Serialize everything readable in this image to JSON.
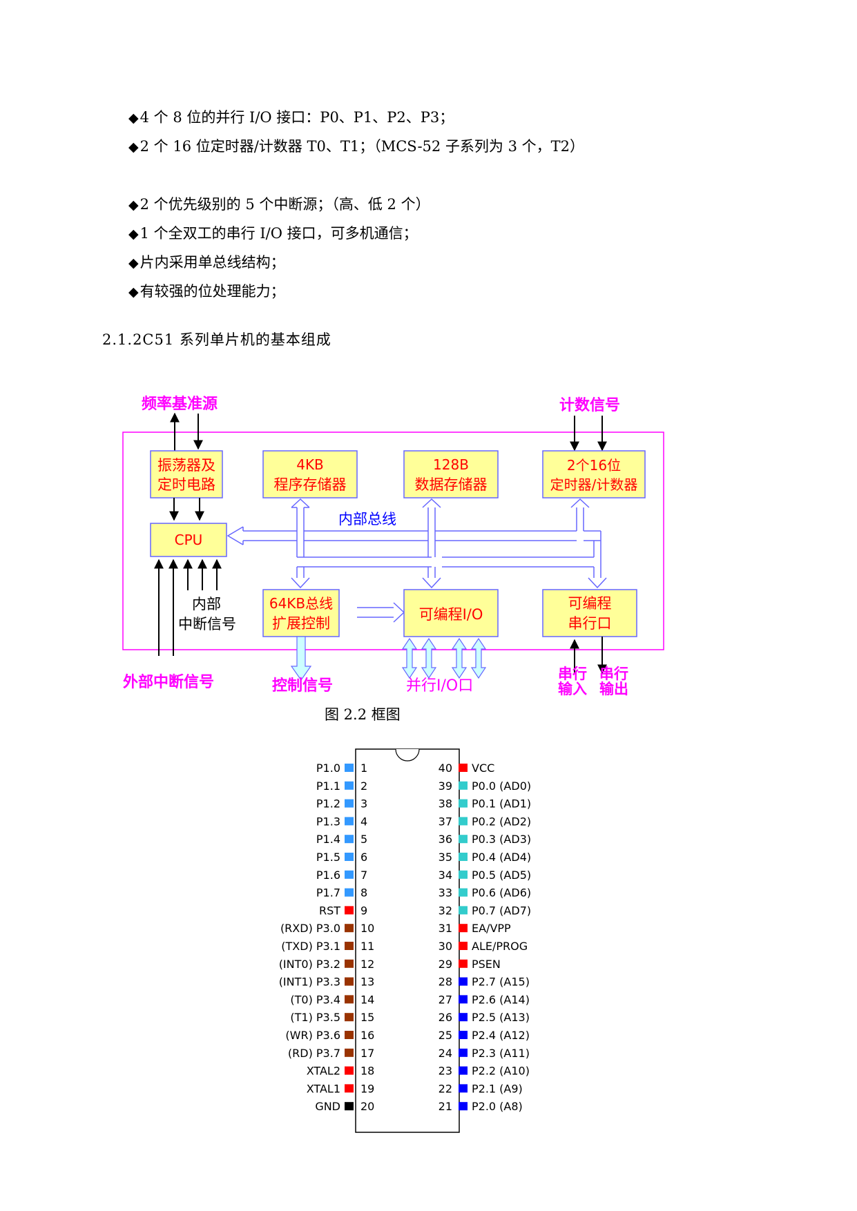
{
  "bullets": {
    "mark": "◆",
    "items": [
      "4 个 8 位的并行 I/O 接口：P0、P1、P2、P3；",
      "2 个 16 位定时器/计数器 T0、T1；（MCS-52 子系列为 3 个，T2）",
      "2 个优先级别的 5 个中断源；（高、低 2 个）",
      "1 个全双工的串行 I/O 接口，可多机通信；",
      "片内采用单总线结构；",
      "有较强的位处理能力；"
    ]
  },
  "section_heading": "2.1.2C51 系列单片机的基本组成",
  "diagram": {
    "labels": {
      "freq_source": "频率基准源",
      "count_signal": "计数信号",
      "internal_bus": "内部总线",
      "internal_interrupt_1": "内部",
      "internal_interrupt_2": "中断信号",
      "external_interrupt": "外部中断信号",
      "control_signal": "控制信号",
      "parallel_io": "并行I/O口",
      "serial_in_1": "串行",
      "serial_in_2": "输入",
      "serial_out_1": "串行",
      "serial_out_2": "输出"
    },
    "blocks": {
      "osc_1": "振荡器及",
      "osc_2": "定时电路",
      "rom_1": "4KB",
      "rom_2": "程序存储器",
      "ram_1": "128B",
      "ram_2": "数据存储器",
      "timer_1": "2个16位",
      "timer_2": "定时器/计数器",
      "cpu": "CPU",
      "bus_ctrl_1": "64KB总线",
      "bus_ctrl_2": "扩展控制",
      "pio": "可编程I/O",
      "serial_1": "可编程",
      "serial_2": "串行口"
    },
    "colors": {
      "frame": "#ff00ff",
      "block_fill": "#ffff99",
      "block_border": "#6666ff",
      "block_text": "#ff0000",
      "label_magenta": "#ff00ff",
      "bus_label": "#0000ff",
      "hollow_arrow": "#6666ff",
      "thick_arrow_fill": "#ccffff"
    }
  },
  "figure_caption": "图 2.2 框图",
  "pinout": {
    "left": [
      {
        "n": "1",
        "label": "P1.0",
        "color": "#3399ff"
      },
      {
        "n": "2",
        "label": "P1.1",
        "color": "#3399ff"
      },
      {
        "n": "3",
        "label": "P1.2",
        "color": "#3399ff"
      },
      {
        "n": "4",
        "label": "P1.3",
        "color": "#3399ff"
      },
      {
        "n": "5",
        "label": "P1.4",
        "color": "#3399ff"
      },
      {
        "n": "6",
        "label": "P1.5",
        "color": "#3399ff"
      },
      {
        "n": "7",
        "label": "P1.6",
        "color": "#3399ff"
      },
      {
        "n": "8",
        "label": "P1.7",
        "color": "#3399ff"
      },
      {
        "n": "9",
        "label": "RST",
        "color": "#ff0000"
      },
      {
        "n": "10",
        "label": "(RXD) P3.0",
        "color": "#993300"
      },
      {
        "n": "11",
        "label": "(TXD) P3.1",
        "color": "#993300"
      },
      {
        "n": "12",
        "label": "(INT0) P3.2",
        "color": "#993300"
      },
      {
        "n": "13",
        "label": "(INT1) P3.3",
        "color": "#993300"
      },
      {
        "n": "14",
        "label": "(T0) P3.4",
        "color": "#993300"
      },
      {
        "n": "15",
        "label": "(T1) P3.5",
        "color": "#993300"
      },
      {
        "n": "16",
        "label": "(WR) P3.6",
        "color": "#993300"
      },
      {
        "n": "17",
        "label": "(RD) P3.7",
        "color": "#993300"
      },
      {
        "n": "18",
        "label": "XTAL2",
        "color": "#ff0000"
      },
      {
        "n": "19",
        "label": "XTAL1",
        "color": "#ff0000"
      },
      {
        "n": "20",
        "label": "GND",
        "color": "#000000"
      }
    ],
    "right": [
      {
        "n": "40",
        "label": "VCC",
        "color": "#ff0000"
      },
      {
        "n": "39",
        "label": "P0.0 (AD0)",
        "color": "#33cccc"
      },
      {
        "n": "38",
        "label": "P0.1 (AD1)",
        "color": "#33cccc"
      },
      {
        "n": "37",
        "label": "P0.2 (AD2)",
        "color": "#33cccc"
      },
      {
        "n": "36",
        "label": "P0.3 (AD3)",
        "color": "#33cccc"
      },
      {
        "n": "35",
        "label": "P0.4 (AD4)",
        "color": "#33cccc"
      },
      {
        "n": "34",
        "label": "P0.5 (AD5)",
        "color": "#33cccc"
      },
      {
        "n": "33",
        "label": "P0.6 (AD6)",
        "color": "#33cccc"
      },
      {
        "n": "32",
        "label": "P0.7 (AD7)",
        "color": "#33cccc"
      },
      {
        "n": "31",
        "label": "EA/VPP",
        "color": "#ff0000"
      },
      {
        "n": "30",
        "label": "ALE/PROG",
        "color": "#ff0000"
      },
      {
        "n": "29",
        "label": "PSEN",
        "color": "#ff0000"
      },
      {
        "n": "28",
        "label": "P2.7 (A15)",
        "color": "#0000ff"
      },
      {
        "n": "27",
        "label": "P2.6 (A14)",
        "color": "#0000ff"
      },
      {
        "n": "26",
        "label": "P2.5 (A13)",
        "color": "#0000ff"
      },
      {
        "n": "25",
        "label": "P2.4 (A12)",
        "color": "#0000ff"
      },
      {
        "n": "24",
        "label": "P2.3 (A11)",
        "color": "#0000ff"
      },
      {
        "n": "23",
        "label": "P2.2 (A10)",
        "color": "#0000ff"
      },
      {
        "n": "22",
        "label": "P2.1 (A9)",
        "color": "#0000ff"
      },
      {
        "n": "21",
        "label": "P2.0 (A8)",
        "color": "#0000ff"
      }
    ]
  }
}
